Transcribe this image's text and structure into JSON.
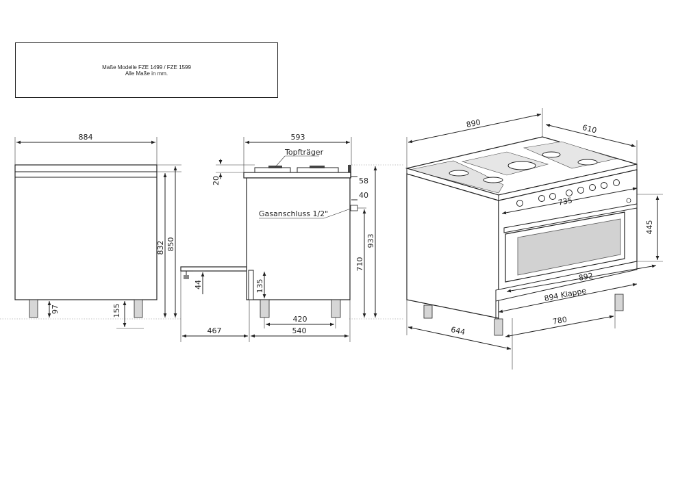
{
  "title": {
    "line1": "Maße Modelle FZE 1499 / FZE 1599",
    "line2": "Alle Maße in mm."
  },
  "front_view": {
    "width": "884",
    "height_body": "832",
    "height_total": "850",
    "leg_height": "97",
    "leg_total": "155"
  },
  "side_view": {
    "width": "593",
    "label_pot_support": "Topfträger",
    "label_gas": "Gasanschluss 1/2\"",
    "pot_support_height": "20",
    "backsplash_depth": "58",
    "gas_offset": "40",
    "gas_height": "710",
    "total_height": "933",
    "drawer_height": "44",
    "leg_height": "135",
    "leg_spacing": "420",
    "body_depth": "540",
    "door_open_depth": "467"
  },
  "iso_view": {
    "width": "890",
    "depth": "610",
    "panel_width": "735",
    "oven_height": "445",
    "door_width": "892",
    "door_label": "894 Klappe",
    "leg_spacing": "780",
    "depth_total": "644"
  }
}
